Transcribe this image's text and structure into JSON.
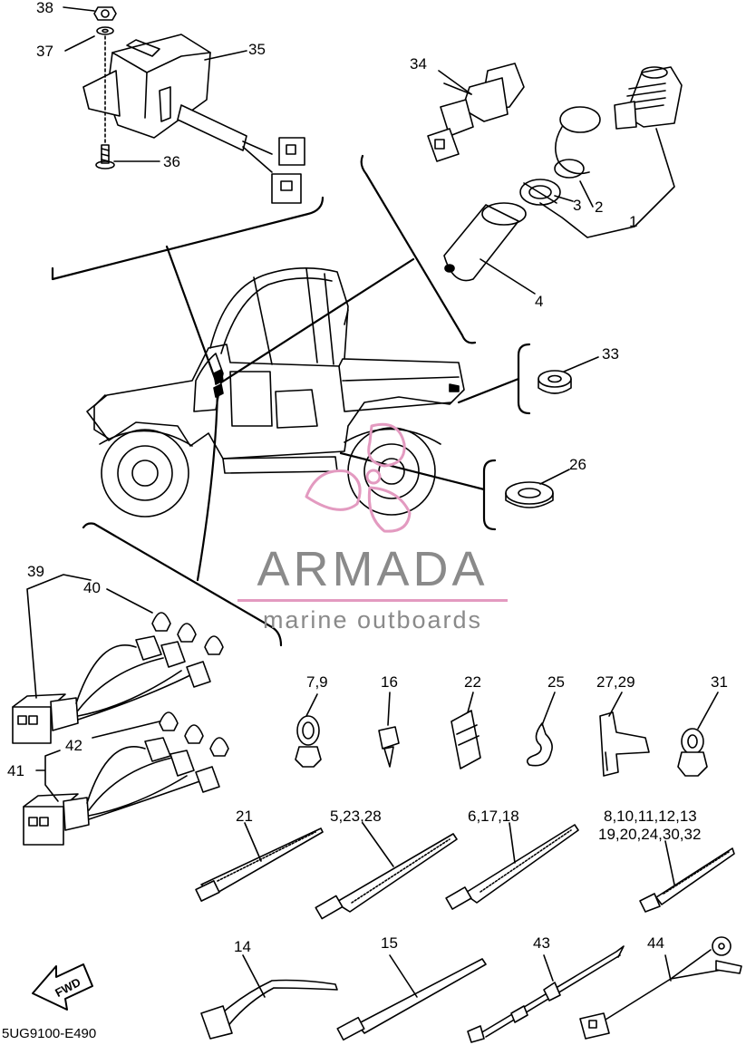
{
  "diagram": {
    "code": "5UG9100-E490",
    "fwd_label": "FWD"
  },
  "watermark": {
    "title": "ARMADA",
    "subtitle": "marine outboards",
    "accent_color": "#e39ac0",
    "text_color": "#8a8a8a"
  },
  "callouts": {
    "c38": "38",
    "c37": "37",
    "c35": "35",
    "c36": "36",
    "c34": "34",
    "c2": "2",
    "c3": "3",
    "c1": "1",
    "c4": "4",
    "c33": "33",
    "c26": "26",
    "c39": "39",
    "c40": "40",
    "c42": "42",
    "c41": "41",
    "c7_9": "7,9",
    "c16": "16",
    "c22": "22",
    "c25": "25",
    "c27_29": "27,29",
    "c31": "31",
    "c21": "21",
    "c5_23_28": "5,23,28",
    "c6_17_18": "6,17,18",
    "c8_line1": "8,10,11,12,13",
    "c8_line2": "19,20,24,30,32",
    "c14": "14",
    "c15": "15",
    "c43": "43",
    "c44": "44"
  }
}
